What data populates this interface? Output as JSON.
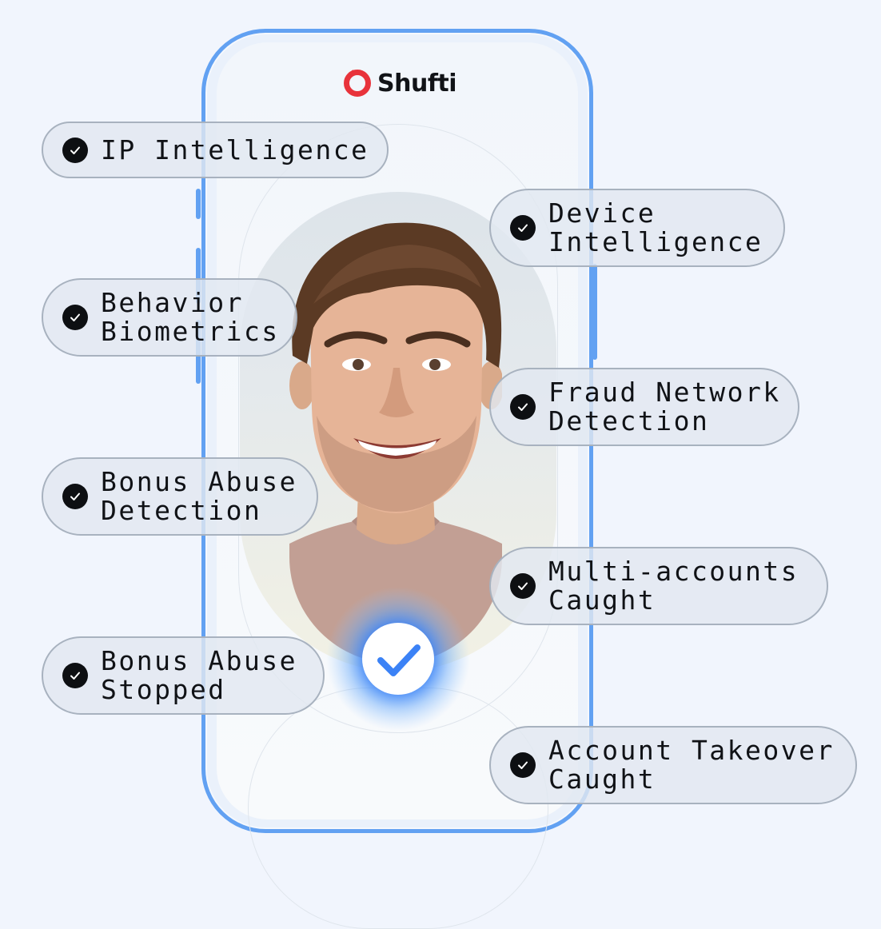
{
  "brand": {
    "name": "Shufti",
    "accent": "#e8333b",
    "frame": "#62a1f2"
  },
  "icons": {
    "check": "check-icon",
    "verify": "verified-checkmark-icon"
  },
  "features": [
    {
      "id": "ip-intelligence",
      "label": "IP Intelligence"
    },
    {
      "id": "device-intelligence",
      "label": "Device\nIntelligence"
    },
    {
      "id": "behavior-biometrics",
      "label": "Behavior\nBiometrics"
    },
    {
      "id": "fraud-network-detection",
      "label": "Fraud Network\nDetection"
    },
    {
      "id": "bonus-abuse-detection",
      "label": "Bonus Abuse\nDetection"
    },
    {
      "id": "multi-accounts-caught",
      "label": "Multi-accounts\nCaught"
    },
    {
      "id": "bonus-abuse-stopped",
      "label": "Bonus Abuse\nStopped"
    },
    {
      "id": "account-takeover-caught",
      "label": "Account Takeover\nCaught"
    }
  ]
}
